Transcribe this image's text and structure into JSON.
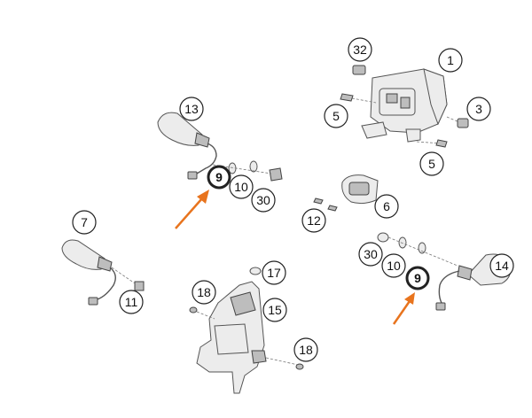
{
  "diagram": {
    "callouts": {
      "c32": "32",
      "c1": "1",
      "c3": "3",
      "c5a": "5",
      "c5b": "5",
      "c13": "13",
      "c9a": "9",
      "c10a": "10",
      "c30a": "30",
      "c6": "6",
      "c12": "12",
      "c7": "7",
      "c11": "11",
      "c17": "17",
      "c18a": "18",
      "c15": "15",
      "c18b": "18",
      "c14": "14",
      "c30b": "30",
      "c10b": "10",
      "c9b": "9"
    },
    "highlight_color": "#e8741e"
  }
}
